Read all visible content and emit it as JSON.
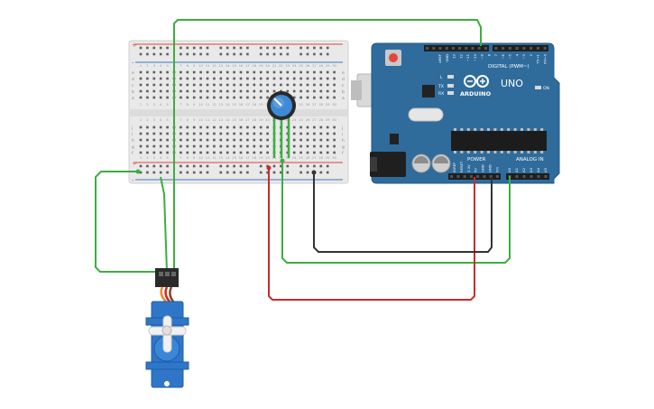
{
  "colors": {
    "background": "#ffffff",
    "breadboard": "#e9e9e9",
    "breadboard_hole": "#5c5c5c",
    "rail_red": "#d9463d",
    "rail_blue": "#3b76c4",
    "arduino_board": "#2f6c9c",
    "arduino_dark": "#24597f",
    "wire_green": "#3cae3f",
    "wire_red": "#cc2a2a",
    "wire_black": "#333333",
    "servo_body": "#2f76c9",
    "pot_knob": "#3f8ad6"
  },
  "icons": {
    "arduino_logo": "infinity-logo-icon",
    "potentiometer": "potentiometer-knob-icon",
    "servo": "servo-motor-icon"
  },
  "arduino": {
    "brand": "ARDUINO",
    "model": "UNO",
    "digital_header": "DIGITAL (PWM~)",
    "power_header": "POWER",
    "analog_header": "ANALOG IN",
    "on_label": "ON",
    "led_labels": [
      "L",
      "TX",
      "RX"
    ],
    "digital_pins": [
      "AREF",
      "GND",
      "13",
      "12",
      "~11",
      "~10",
      "~9",
      "8",
      "7",
      "~6",
      "~5",
      "4",
      "~3",
      "2",
      "TX→1",
      "RX←0"
    ],
    "power_pins": [
      "IOREF",
      "RESET",
      "3.3V",
      "5V",
      "GND",
      "GND",
      "Vin"
    ],
    "analog_pins": [
      "A0",
      "A1",
      "A2",
      "A3",
      "A4",
      "A5"
    ]
  },
  "breadboard": {
    "row_letters_top": [
      "a",
      "b",
      "c",
      "d",
      "e"
    ],
    "row_letters_bottom": [
      "f",
      "g",
      "h",
      "i",
      "j"
    ],
    "column_numbers": [
      "1",
      "2",
      "3",
      "4",
      "5",
      "6",
      "7",
      "8",
      "9",
      "10",
      "11",
      "12",
      "13",
      "14",
      "15",
      "16",
      "17",
      "18",
      "19",
      "20",
      "21",
      "22",
      "23",
      "24",
      "25",
      "26",
      "27",
      "28",
      "29",
      "30"
    ]
  }
}
